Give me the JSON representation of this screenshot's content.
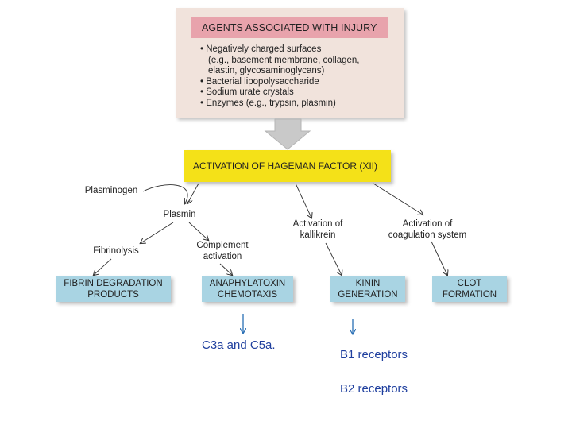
{
  "agents": {
    "title": "AGENTS ASSOCIATED WITH INJURY",
    "bullets": [
      "• Negatively charged surfaces",
      "(e.g., basement membrane, collagen,",
      "elastin, glycosaminoglycans)",
      "• Bacterial lipopolysaccharide",
      "• Sodium urate crystals",
      "• Enzymes (e.g., trypsin, plasmin)"
    ]
  },
  "hageman": "ACTIVATION OF HAGEMAN FACTOR (XII)",
  "labels": {
    "plasminogen": "Plasminogen",
    "plasmin": "Plasmin",
    "fibrinolysis": "Fibrinolysis",
    "complement_1": "Complement",
    "complement_2": "activation",
    "kallikrein_1": "Activation of",
    "kallikrein_2": "kallikrein",
    "coagulation_1": "Activation of",
    "coagulation_2": "coagulation system"
  },
  "outputs": {
    "fibrin_1": "FIBRIN DEGRADATION",
    "fibrin_2": "PRODUCTS",
    "anaphylatoxin_1": "ANAPHYLATOXIN",
    "anaphylatoxin_2": "CHEMOTAXIS",
    "kinin_1": "KININ",
    "kinin_2": "GENERATION",
    "clot_1": "CLOT",
    "clot_2": "FORMATION"
  },
  "annotations": {
    "c3a_c5a": "C3a and C5a.",
    "b1": "B1 receptors",
    "b2": "B2 receptors"
  },
  "colors": {
    "agents_bg": "#f1e3dc",
    "agents_title": "#e8a3ac",
    "hageman": "#f4e118",
    "output_boxes": "#a9d4e3",
    "annotation_text": "#1f3f9e"
  }
}
